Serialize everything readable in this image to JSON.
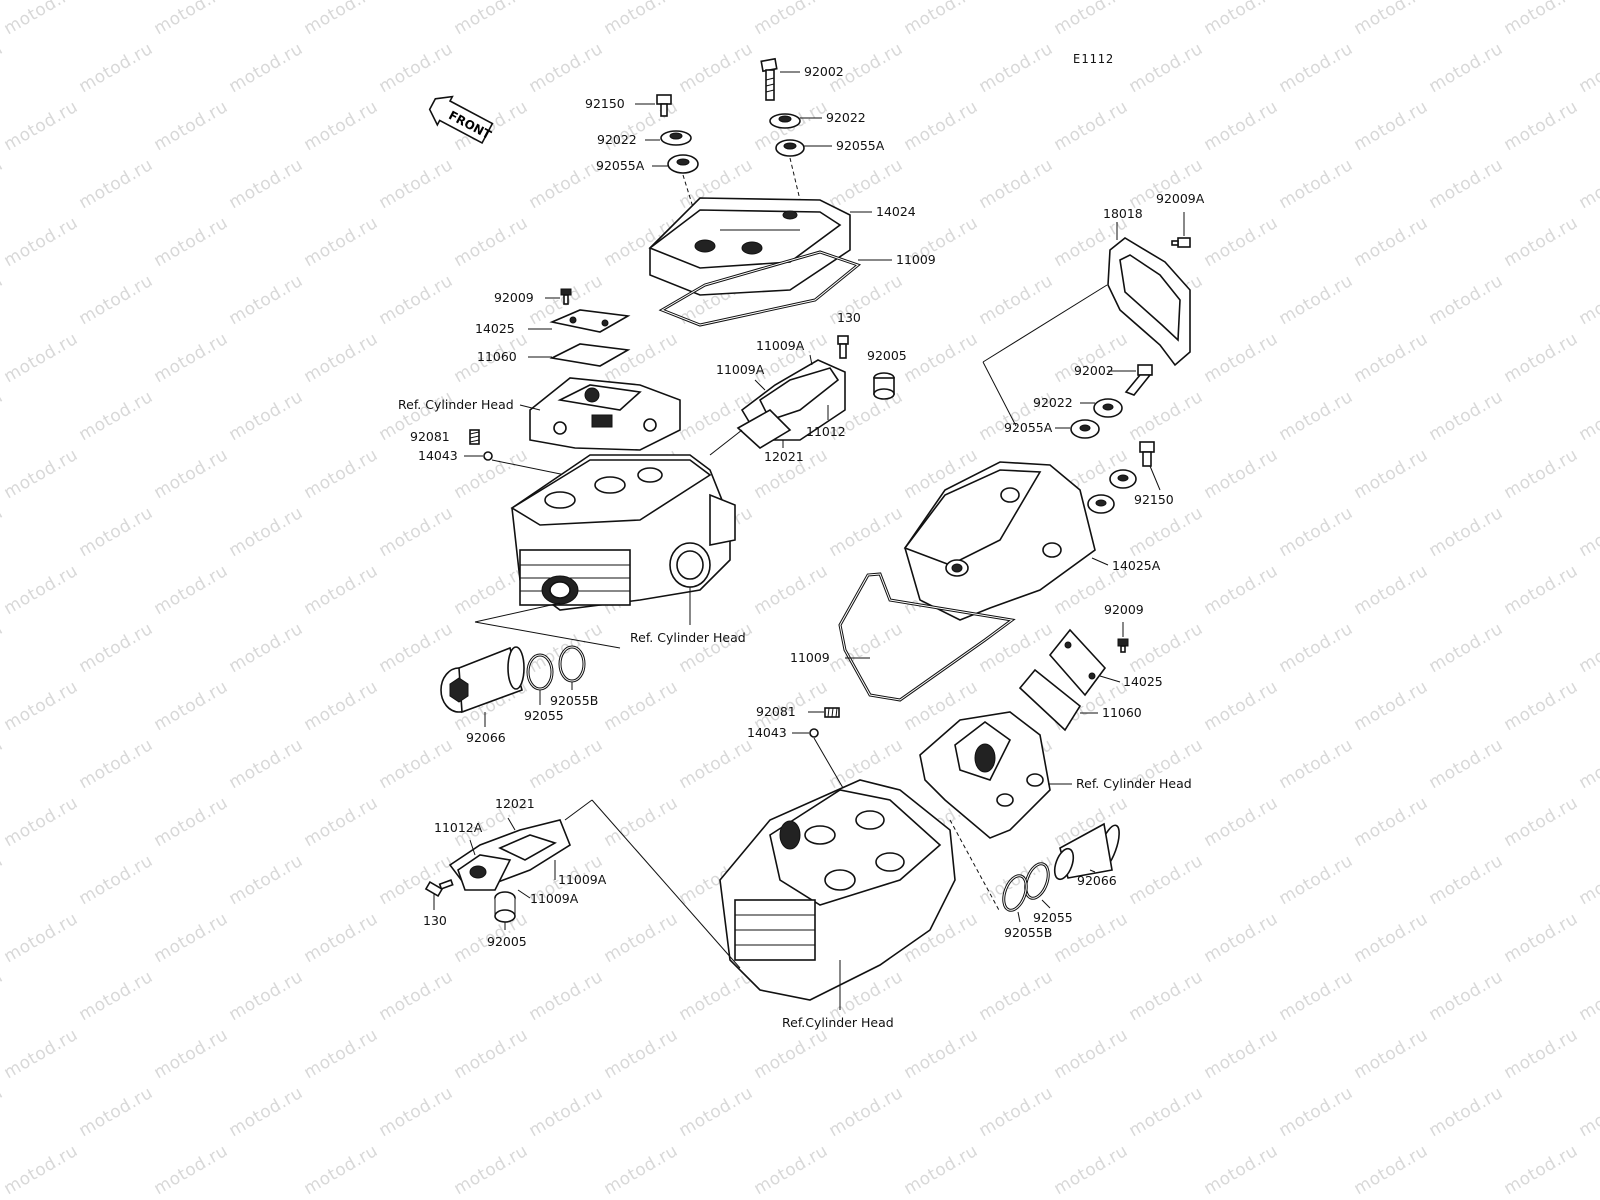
{
  "diagram_code": "E1112",
  "front_label": "FRONT",
  "watermark_text": "motod.ru",
  "upper": {
    "p92002": "92002",
    "p92150": "92150",
    "p92022_a": "92022",
    "p92022_b": "92022",
    "p92055A_a": "92055A",
    "p92055A_b": "92055A",
    "p14024": "14024",
    "p11009": "11009",
    "p92009": "92009",
    "p14025": "14025",
    "p11060": "11060",
    "ref_cyl_head_a": "Ref. Cylinder Head",
    "p92081": "92081",
    "p14043": "14043",
    "p130": "130",
    "p11009A_a": "11009A",
    "p11009A_b": "11009A",
    "p92005": "92005",
    "p11012": "11012",
    "p12021": "12021",
    "ref_cyl_head_b": "Ref. Cylinder Head",
    "p92066": "92066",
    "p92055": "92055",
    "p92055B": "92055B"
  },
  "right": {
    "p18018": "18018",
    "p92009A": "92009A",
    "p92002": "92002",
    "p92022": "92022",
    "p92055A": "92055A",
    "p92150": "92150",
    "p14025A": "14025A",
    "p11009": "11009",
    "p92009": "92009",
    "p14025": "14025",
    "p11060": "11060",
    "ref_cyl_head": "Ref. Cylinder Head",
    "p92081": "92081",
    "p14043": "14043",
    "p92066": "92066",
    "p92055": "92055",
    "p92055B": "92055B"
  },
  "lower": {
    "p12021": "12021",
    "p11012A": "11012A",
    "p11009A_a": "11009A",
    "p11009A_b": "11009A",
    "p130": "130",
    "p92005": "92005",
    "ref_cyl_head": "Ref.Cylinder Head"
  }
}
